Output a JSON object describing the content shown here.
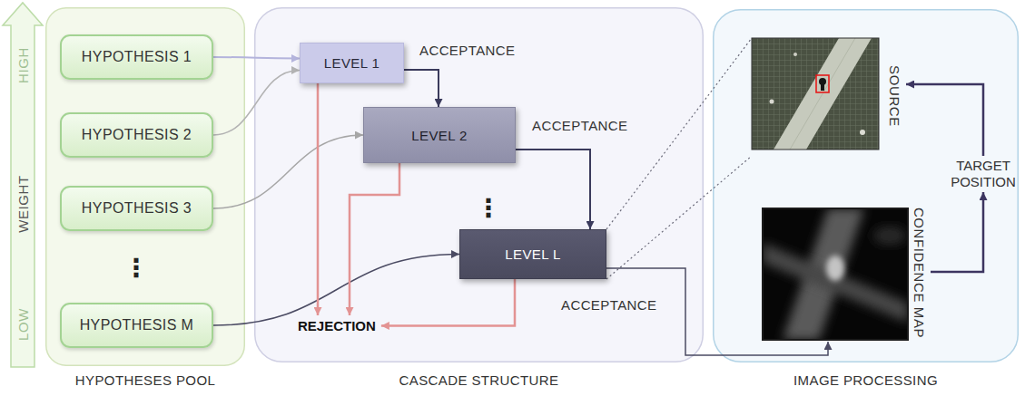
{
  "diagram": {
    "nodes": [
      {
        "text": [
          "HYPOTHESES POOL"
        ]
      },
      {
        "text": [
          "HYPOTHESIS 1"
        ],
        "in": 0
      },
      {
        "text": [
          "HYPOTHESIS 2"
        ],
        "in": 0
      },
      {
        "text": [
          "HYPOTHESIS 3"
        ],
        "in": 0
      },
      {
        "text": [
          "HYPOTHESIS M"
        ],
        "in": 0
      },
      {
        "text": [
          "CASCADE STRUCTURE"
        ]
      },
      {
        "text": [
          "LEVEL 1"
        ],
        "in": 5
      },
      {
        "text": [
          "LEVEL 2"
        ],
        "in": 5
      },
      {
        "text": [
          "LEVEL L"
        ],
        "in": 5
      },
      {
        "text": [
          "REJECTION"
        ],
        "in": 5
      },
      {
        "text": [
          "IMAGE PROCESSING"
        ]
      },
      {
        "text": [
          "SOURCE"
        ],
        "in": 10
      },
      {
        "text": [
          "TARGET POSITION"
        ],
        "in": 10
      },
      {
        "text": [
          "CONFIDENCE MAP"
        ],
        "in": 10
      }
    ],
    "edges": [
      {
        "from": 1,
        "to": 6,
        "arrow": "to"
      },
      {
        "from": 2,
        "to": 6,
        "arrow": "to"
      },
      {
        "from": 3,
        "to": 7,
        "arrow": "to"
      },
      {
        "from": 4,
        "to": 8,
        "arrow": "to"
      },
      {
        "from": 6,
        "to": 7,
        "label": "ACCEPTANCE",
        "arrow": "to"
      },
      {
        "from": 7,
        "to": 8,
        "label": "ACCEPTANCE",
        "arrow": "to"
      },
      {
        "from": 8,
        "to": 13,
        "label": "ACCEPTANCE",
        "arrow": "to"
      },
      {
        "from": 6,
        "to": 9,
        "arrow": "to"
      },
      {
        "from": 7,
        "to": 9,
        "arrow": "to"
      },
      {
        "from": 8,
        "to": 9,
        "arrow": "to"
      },
      {
        "from": 13,
        "to": 12,
        "arrow": "to"
      },
      {
        "from": 12,
        "to": 11,
        "arrow": "to"
      }
    ],
    "labels": [
      "HIGH",
      "WEIGHT",
      "LOW",
      "⋮",
      "⋮"
    ]
  }
}
